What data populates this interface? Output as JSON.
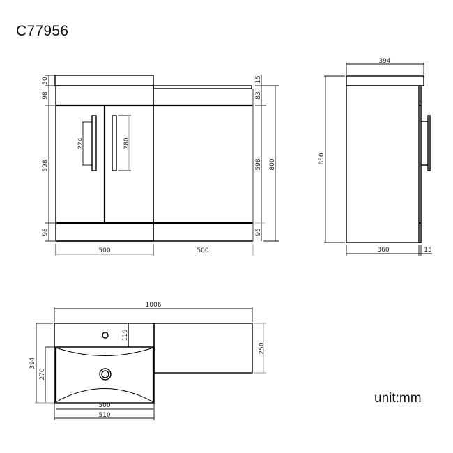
{
  "title": "C77956",
  "unit_label": "unit:mm",
  "front_view": {
    "left_dims": [
      "50",
      "98",
      "598",
      "98"
    ],
    "right_dims": [
      "15",
      "83",
      "598",
      "95"
    ],
    "total_height": "800",
    "bottom_dims": [
      "500",
      "500"
    ],
    "handle_left_dim": "224",
    "handle_right_dim": "280"
  },
  "side_view": {
    "top_width": "394",
    "height": "850",
    "bottom_depth": "360",
    "bottom_door": "15"
  },
  "top_view": {
    "total_width": "1006",
    "total_depth": "394",
    "basin_depth": "270",
    "tap_offset": "119",
    "unit_depth": "250",
    "basin_inner_width": "500",
    "basin_outer_width": "510"
  },
  "colors": {
    "line": "#000000",
    "background": "#ffffff"
  }
}
